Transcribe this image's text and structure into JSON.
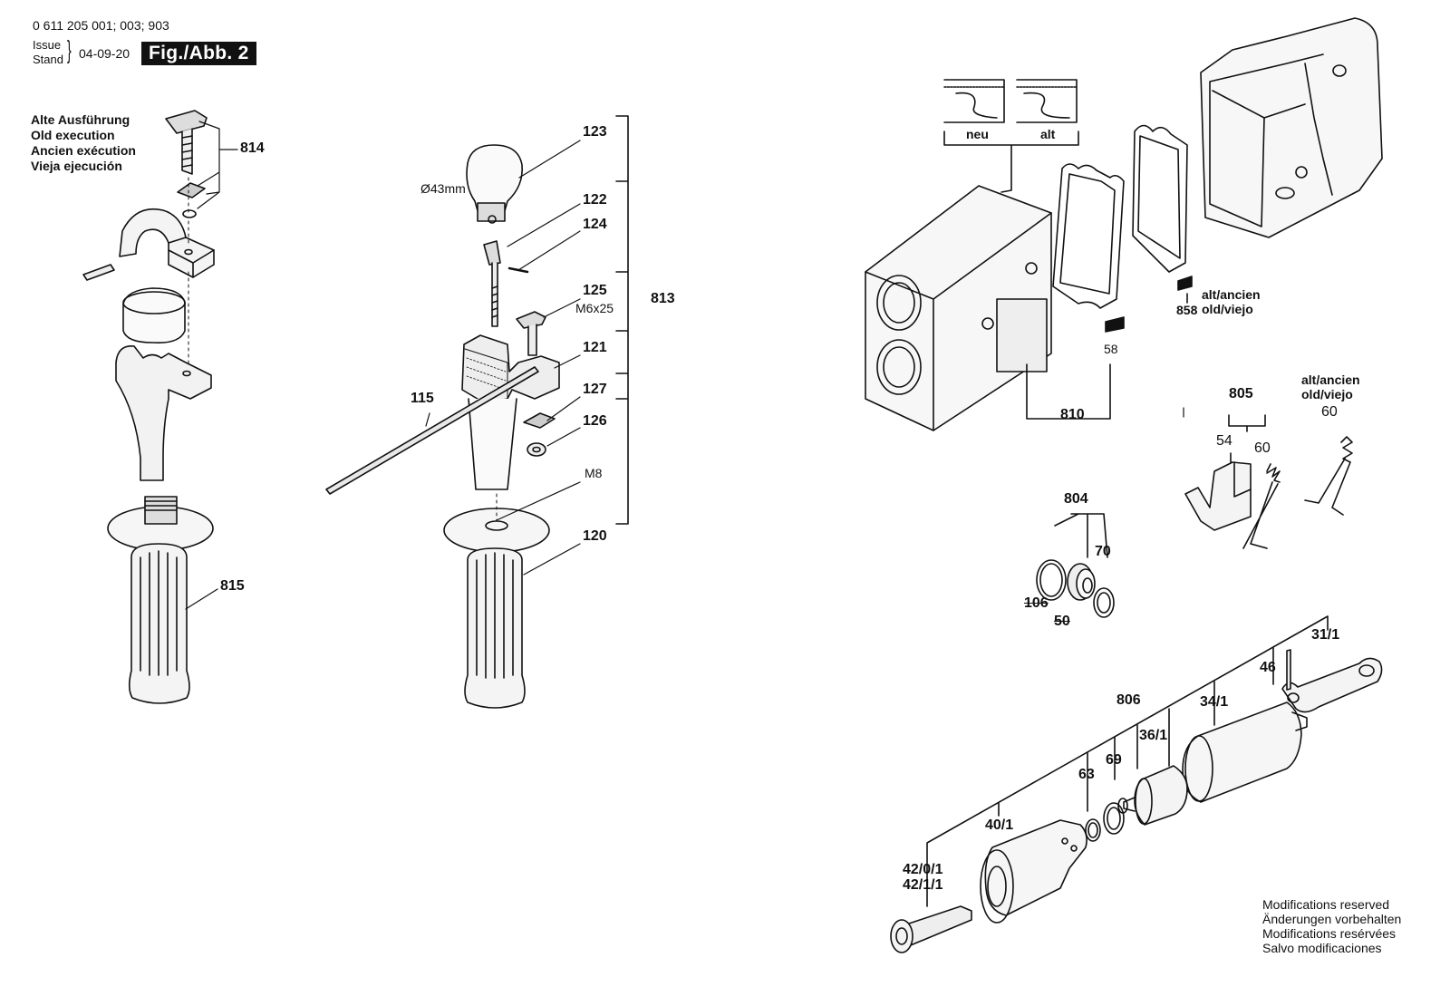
{
  "header": {
    "part_numbers": "0 611 205 001; 003; 903",
    "issue_label": "Issue",
    "stand_label": "Stand",
    "date": "04-09-20",
    "figure": "Fig./Abb. 2"
  },
  "old_execution": [
    "Alte Ausführung",
    "Old execution",
    "Ancien exécution",
    "Vieja ejecución"
  ],
  "modifications": [
    "Modifications reserved",
    "Änderungen vorbehalten",
    "Modifications resérvées",
    "Salvo modificaciones"
  ],
  "inset": {
    "new": "neu",
    "old": "alt"
  },
  "alt_note": {
    "line1": "alt/ancien",
    "line2": "old/viejo"
  },
  "labels": {
    "p814": "814",
    "p815": "815",
    "p123": "123",
    "p122": "122",
    "p124": "124",
    "p125": "125",
    "p121": "121",
    "p127": "127",
    "p126": "126",
    "p120": "120",
    "p115": "115",
    "p813": "813",
    "dia": "Ø43mm",
    "m6": "M6x25",
    "m8": "M8",
    "p858": "858",
    "p58": "58",
    "p810": "810",
    "p805": "805",
    "p54": "54",
    "p60a": "60",
    "p60b": "60",
    "p804": "804",
    "p70": "70",
    "p106": "106",
    "p50": "50",
    "p31": "31/1",
    "p46": "46",
    "p806": "806",
    "p34": "34/1",
    "p36": "36/1",
    "p69": "69",
    "p63": "63",
    "p40": "40/1",
    "p420": "42/0/1",
    "p421": "42/1/1"
  }
}
